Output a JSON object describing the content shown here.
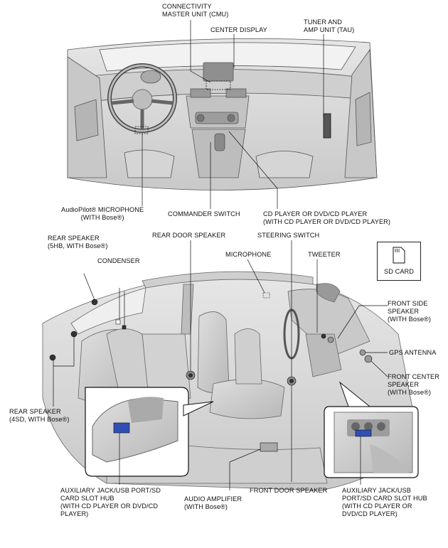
{
  "labels": {
    "cmu": "CONNECTIVITY\nMASTER UNIT (CMU)",
    "center_display": "CENTER DISPLAY",
    "tuner": "TUNER AND\nAMP UNIT (TAU)",
    "audiopilot_mic": "AudioPilot® MICROPHONE\n(WITH Bose®)",
    "commander_switch": "COMMANDER SWITCH",
    "cd_player": "CD PLAYER OR DVD/CD PLAYER\n(WITH CD PLAYER OR DVD/CD PLAYER)",
    "rear_speaker_5hb": "REAR SPEAKER\n(5HB, WITH Bose®)",
    "rear_door_speaker": "REAR DOOR SPEAKER",
    "steering_switch": "STEERING SWITCH",
    "condenser": "CONDENSER",
    "microphone": "MICROPHONE",
    "tweeter": "TWEETER",
    "sd_card": "SD CARD",
    "front_side_speaker": "FRONT SIDE\nSPEAKER\n(WITH Bose®)",
    "gps_antenna": "GPS ANTENNA",
    "front_center_speaker": "FRONT CENTER\nSPEAKER\n(WITH Bose®)",
    "rear_speaker_4sd": "REAR SPEAKER\n(4SD, WITH Bose®)",
    "aux_jack_left": "AUXILIARY JACK/USB PORT/SD\nCARD SLOT HUB\n(WITH CD PLAYER OR DVD/CD\nPLAYER)",
    "audio_amplifier": "AUDIO AMPLIFIER\n(WITH Bose®)",
    "front_door_speaker": "FRONT DOOR SPEAKER",
    "aux_jack_right": "AUXILIARY JACK/USB\nPORT/SD CARD SLOT HUB\n(WITH CD PLAYER OR\nDVD/CD PLAYER)"
  },
  "colors": {
    "line": "#111111",
    "interior_fill": "#d9d9d9",
    "interior_stroke": "#555555",
    "highlight": "#1f3a93"
  }
}
